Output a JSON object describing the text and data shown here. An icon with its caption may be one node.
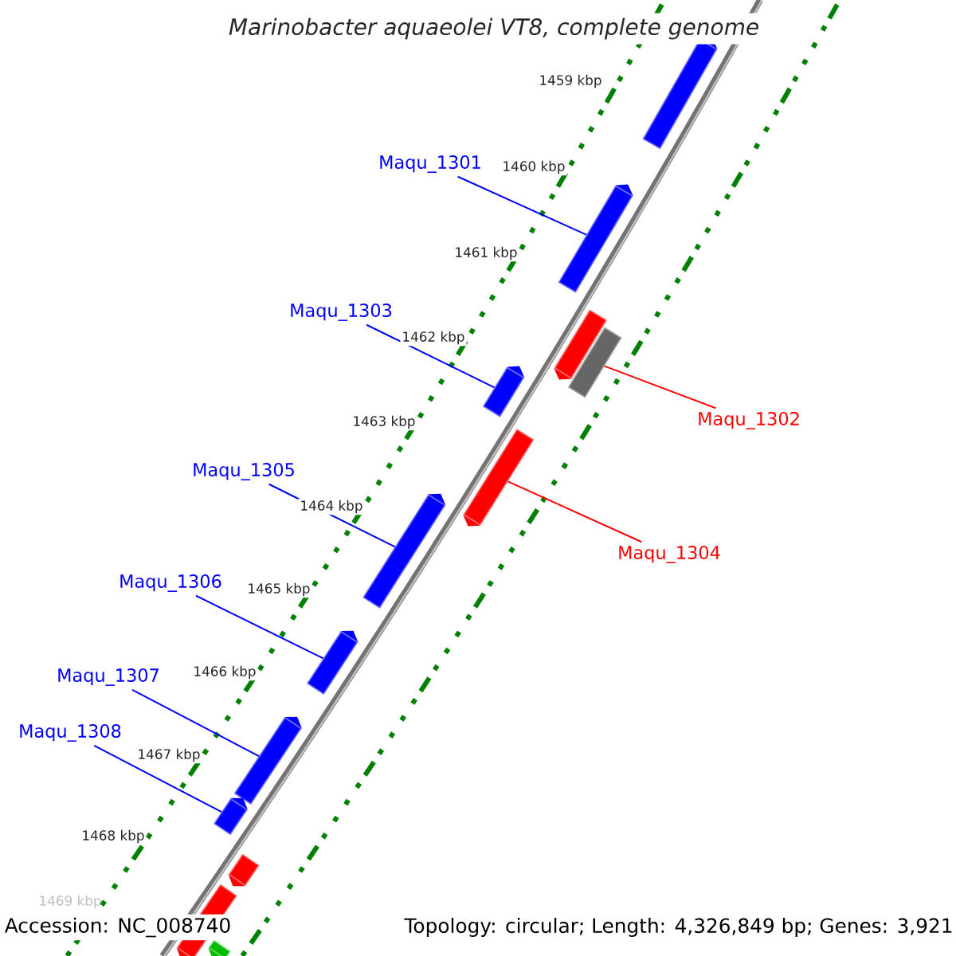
{
  "diagram": {
    "title": "*Marinobacter aquaeolei* VT8, complete genome",
    "nodes": [
      {
        "text": [
          "Maqu_1301"
        ]
      },
      {
        "text": [
          "Maqu_1303"
        ]
      },
      {
        "text": [
          "Maqu_1302"
        ]
      },
      {
        "text": [
          "Maqu_1305"
        ]
      },
      {
        "text": [
          "Maqu_1304"
        ]
      },
      {
        "text": [
          "Maqu_1306"
        ]
      },
      {
        "text": [
          "Maqu_1307"
        ]
      },
      {
        "text": [
          "Maqu_1308"
        ]
      },
      {
        "text": [],
        "shape": "bar"
      },
      {
        "text": [],
        "shape": "bar"
      },
      {
        "text": [],
        "shape": "bar"
      },
      {
        "text": [],
        "shape": "bar"
      },
      {
        "text": [],
        "shape": "bar"
      },
      {
        "text": [],
        "shape": "bar"
      },
      {
        "text": [],
        "shape": "bar"
      },
      {
        "text": [],
        "shape": "bar"
      },
      {
        "text": [],
        "shape": "bar"
      },
      {
        "text": [],
        "shape": "bar"
      },
      {
        "text": [],
        "shape": "bar"
      },
      {
        "text": [],
        "shape": "bar"
      },
      {
        "text": [],
        "shape": "bar"
      }
    ],
    "edges": [
      {
        "from": 0,
        "to": 9,
        "arrow": "none"
      },
      {
        "from": 1,
        "to": 12,
        "arrow": "none"
      },
      {
        "from": 2,
        "to": 11,
        "arrow": "none",
        "color": "#ff0000"
      },
      {
        "from": 3,
        "to": 14,
        "arrow": "none"
      },
      {
        "from": 4,
        "to": 13,
        "arrow": "none",
        "color": "#ff0000"
      },
      {
        "from": 5,
        "to": 15,
        "arrow": "none"
      },
      {
        "from": 6,
        "to": 16,
        "arrow": "none"
      },
      {
        "from": 7,
        "to": 17,
        "arrow": "none"
      }
    ],
    "labels": [
      "1459 kbp",
      "1460 kbp",
      "1461 kbp",
      "1462 kbp",
      "1463 kbp",
      "1464 kbp",
      "1465 kbp",
      "1466 kbp",
      "1467 kbp",
      "1468 kbp",
      "1469 kbp",
      "Accession: NC_008740",
      "Topology: circular; Length: 4,326,849 bp; Genes: 3,921"
    ]
  }
}
